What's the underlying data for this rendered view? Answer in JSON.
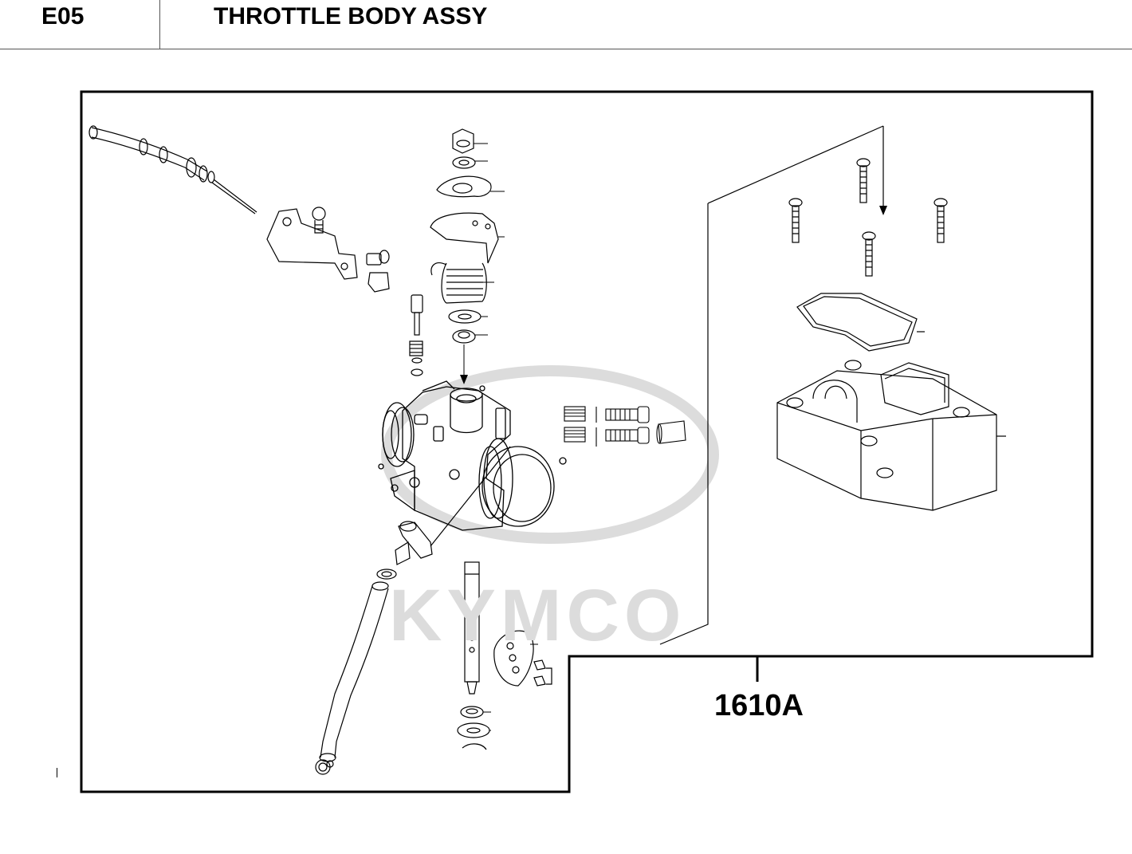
{
  "header": {
    "code": "E05",
    "title": "THROTTLE BODY ASSY"
  },
  "diagram": {
    "watermark": "KYMCO",
    "assembly_callout": "1610A",
    "colors": {
      "line": "#000000",
      "watermark": "#dcdcdc"
    }
  }
}
